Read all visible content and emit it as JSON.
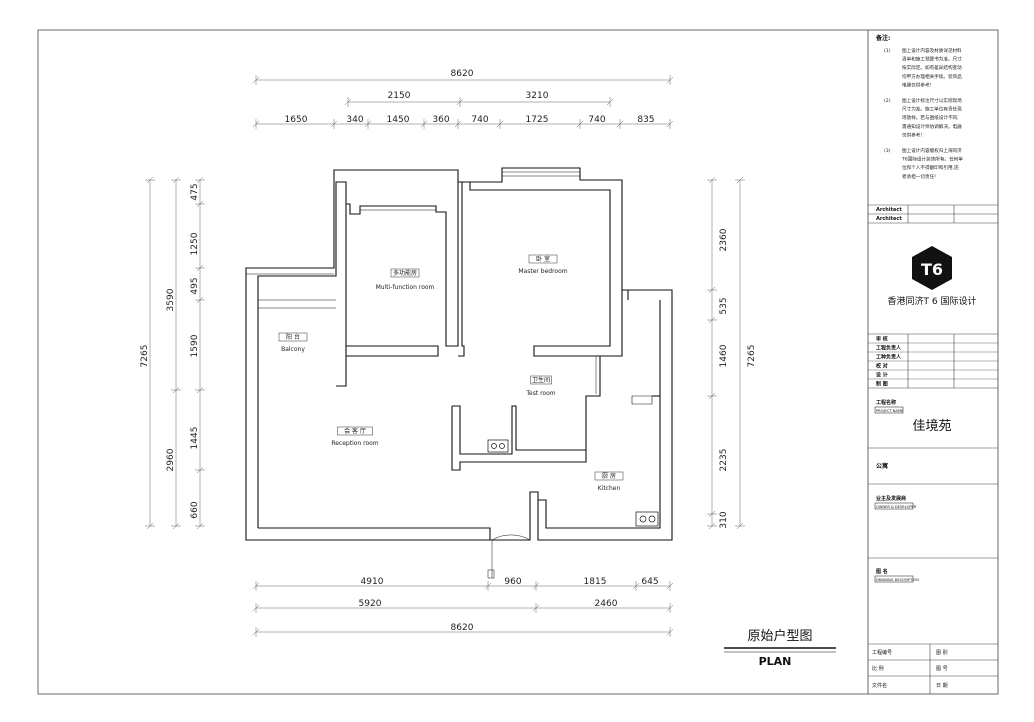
{
  "dimensions": {
    "top_total": "8620",
    "top_mid": [
      "2150",
      "3210"
    ],
    "top_detail": [
      "1650",
      "340",
      "1450",
      "360",
      "740",
      "1725",
      "740",
      "835"
    ],
    "bottom_detail": [
      "4910",
      "960",
      "1815",
      "645"
    ],
    "bottom_mid": [
      "5920",
      "2460"
    ],
    "bottom_total": "8620",
    "left_detail": [
      "475",
      "1250",
      "495",
      "1590",
      "1445",
      "660"
    ],
    "left_mid": [
      "3590",
      "2960"
    ],
    "left_total": "7265",
    "right_detail": [
      "2360",
      "535",
      "1460",
      "2235",
      "310"
    ],
    "right_total": "7265"
  },
  "rooms": [
    {
      "cn": "多功能房",
      "en": "Multi-function room"
    },
    {
      "cn": "卧  室",
      "en": "Master bedroom"
    },
    {
      "cn": "阳  台",
      "en": "Balcony"
    },
    {
      "cn": "卫生间",
      "en": "Test room"
    },
    {
      "cn": "会 客 厅",
      "en": "Reception room"
    },
    {
      "cn": "厨  房",
      "en": "Kitchen"
    }
  ],
  "drawing_title": {
    "cn": "原始户型图",
    "en": "PLAN"
  },
  "title_block": {
    "notes_heading": "备注:",
    "notes": [
      {
        "num": "(1)",
        "lines": [
          "图上设计内容及材质详见材料",
          "清单和施工预算书为准。尺寸",
          "按实际定。如有差异结构变动",
          "均甲方办理相关手续。装饰品",
          "电器仅供参考!"
        ]
      },
      {
        "num": "(2)",
        "lines": [
          "图上设计标注尺寸以实际现场",
          "尺寸为准。施工单位有责任现",
          "场放样。若与图纸设计不同,",
          "需通知设计师协调解决。电器",
          "仅供参考!"
        ]
      },
      {
        "num": "(3)",
        "lines": [
          "图上设计内容版权归上海同济",
          "T6国际设计装饰所有。任何单",
          "位和个人不得翻印和引用,违",
          "者承担一切责任!"
        ]
      }
    ],
    "architect_rows": [
      "Architect",
      "Architect"
    ],
    "logo_mark": "T6",
    "company": "香港同济T 6 国际设计",
    "approval_rows": [
      "审    核",
      "工程负责人",
      "工种负责人",
      "校    对",
      "设    计",
      "制    图"
    ],
    "project_name_label": "工程名称",
    "project_name_en": "PROJECT NAME",
    "project_name": "佳境苑",
    "section": "公寓",
    "owner_label": "业主及发展商",
    "owner_en": "OWNER & DEVELOPER",
    "drawing_label": "图  名",
    "drawing_en": "DRAWING DESCRIPTION",
    "footer": {
      "project_no": "工程编号",
      "drawing_type": "图  别",
      "scale": "比  例",
      "drawing_no": "图  号",
      "file_name": "文件名",
      "date": "日  期"
    }
  }
}
